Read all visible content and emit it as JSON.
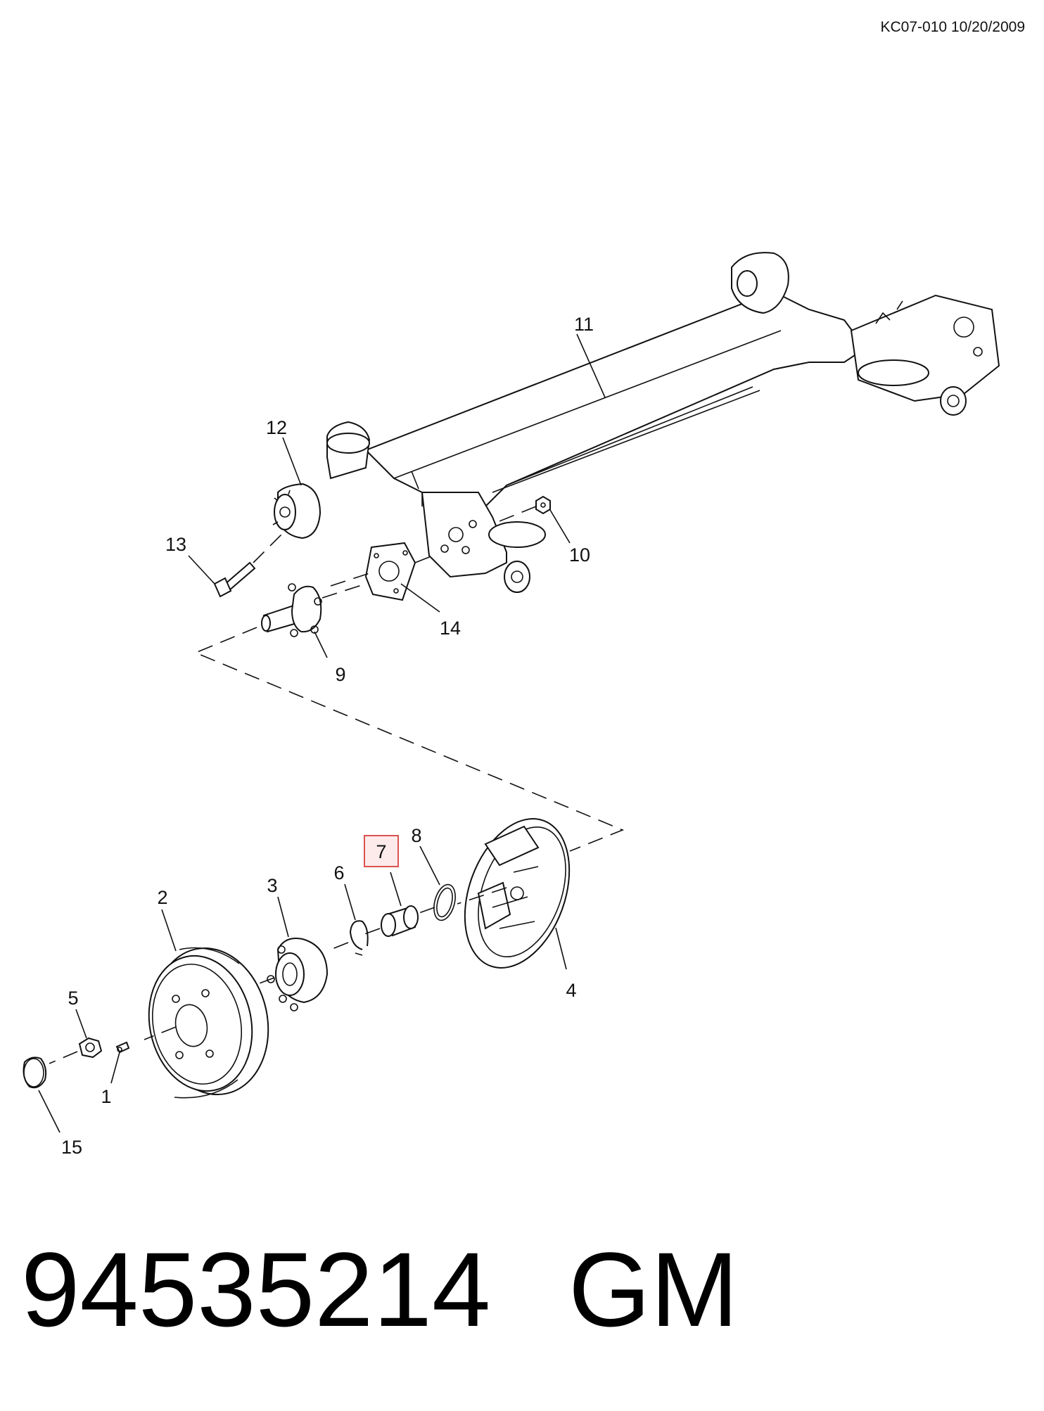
{
  "header": {
    "doc_ref": "KC07-010 10/20/2009"
  },
  "callouts": [
    {
      "id": "1",
      "label": "1"
    },
    {
      "id": "2",
      "label": "2"
    },
    {
      "id": "3",
      "label": "3"
    },
    {
      "id": "4",
      "label": "4"
    },
    {
      "id": "5",
      "label": "5"
    },
    {
      "id": "6",
      "label": "6"
    },
    {
      "id": "7",
      "label": "7",
      "highlighted": true
    },
    {
      "id": "8",
      "label": "8"
    },
    {
      "id": "9",
      "label": "9"
    },
    {
      "id": "10",
      "label": "10"
    },
    {
      "id": "11",
      "label": "11"
    },
    {
      "id": "12",
      "label": "12"
    },
    {
      "id": "13",
      "label": "13"
    },
    {
      "id": "14",
      "label": "14"
    },
    {
      "id": "15",
      "label": "15"
    }
  ],
  "footer": {
    "part_number": "94535214",
    "brand": "GM"
  },
  "colors": {
    "highlight_border": "#d9534f",
    "highlight_fill": "#fdeaea",
    "ink": "#111111"
  }
}
